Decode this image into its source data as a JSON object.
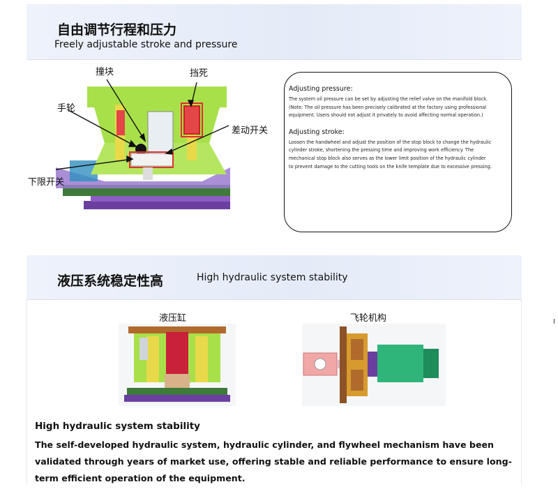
{
  "section1": {
    "title_cn": "自由调节行程和压力",
    "title_en": "Freely adjustable stroke and pressure",
    "labels": {
      "handwheel": "手轮",
      "collision_block": "撞块",
      "stop": "挡死",
      "differential_switch": "差动开关",
      "lower_limit_switch": "下限开关"
    },
    "info": {
      "pressure_heading": "Adjusting pressure:",
      "pressure_lines": [
        "The system oil pressure can be set by adjusting the relief valve on the manifold block.",
        "(Note: The oil pressure has been precisely calibrated at the factory using professional",
        "equipment. Users should not adjust it privately to avoid affecting normal operation.)"
      ],
      "stroke_heading": "Adjusting stroke:",
      "stroke_lines": [
        "Loosen the handwheel and adjust the position of the stop block to change the hydraulic",
        "cylinder stroke, shortening the pressing time and improving work efficiency. The",
        "mechanical stop block also serves as the lower limit position of the hydraulic cylinder",
        "to prevent damage to the cutting tools on the knife template due to excessive pressing."
      ]
    }
  },
  "section2": {
    "title_cn": "液压系统稳定性高",
    "title_en": "High hydraulic system stability",
    "cylinder_label": "液压缸",
    "flywheel_label": "飞轮机构",
    "summary_heading": "High hydraulic system stability",
    "summary_text": "The self-developed hydraulic system, hydraulic cylinder, and flywheel mechanism have been validated through years of market use, offering stable and reliable performance to ensure long-term efficient operation of the equipment.",
    "stray_char": "I"
  },
  "colors": {
    "band": "#e4ebf8",
    "frame_green": "#a8e04a",
    "machine_purple": "#6b3fa0",
    "highlight_red": "#d93a3a",
    "motor_green": "#2fb57a",
    "wood": "#b06a2c",
    "pink": "#f2a7a7"
  }
}
